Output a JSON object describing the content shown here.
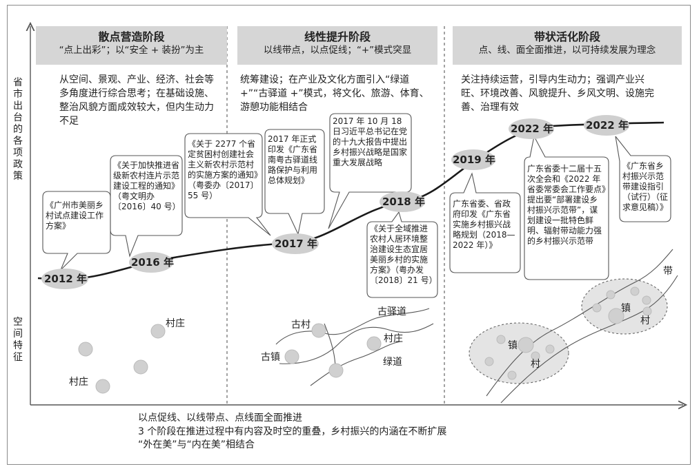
{
  "axis": {
    "y_top": "省市出台的各项政策",
    "y_bottom": "空间特征"
  },
  "stages": [
    {
      "title": "散点营造阶段",
      "subtitle": "“点上出彩”；以“安全 + 装扮”为主",
      "desc": "从空间、景观、产业、经济、社会等多角度进行综合思考；在基础设施、整治风貌方面成效较大，但内生动力不足"
    },
    {
      "title": "线性提升阶段",
      "subtitle": "以线带点，以点促线；“+”模式突显",
      "desc": "统筹建设；在产业及文化方面引入“绿道 +”“古驿道 +”模式，将文化、旅游、体育、游憩功能相结合"
    },
    {
      "title": "带状活化阶段",
      "subtitle": "点、线、面全面推进，以可持续发展为理念",
      "desc": "关注持续运营，引导内生动力；强调产业兴旺、环境改善、风貌提升、乡风文明、设施完善、治理有效"
    }
  ],
  "years": [
    "2012 年",
    "2016 年",
    "2017 年",
    "2018 年",
    "2019 年",
    "2022 年",
    "2022 年"
  ],
  "policies": [
    "《广州市美丽乡村试点建设工作方案》",
    "《关于加快推进省级新农村连片示范建设工程的通知》（粤文明办〔2016〕40 号）",
    "《关于 2277 个省定贫困村创建社会主义新农村示范村的实施方案的通知》（粤委办〔2017〕55 号）",
    "2017 年正式印发《广东省南粤古驿道线路保护与利用总体规划》",
    "2017 年 10 月 18 日习近平总书记在党的十九大报告中提出乡村振兴战略是国家重大发展战略",
    "《关于全域推进农村人居环境整治建设生态宜居美丽乡村的实施方案》（粤办发〔2018〕21 号）",
    "广东省委、省政府印发《广东省实施乡村振兴战略规划（2018—2022 年）》",
    "广东省委十二届十五次全会和《2022 年省委常委会工作要点》提出要“部署建设乡村振兴示范带”，谋划建设一批特色鲜明、辐射带动能力强的乡村振兴示范带",
    "《广东省乡村振兴示范带建设指引（试行）（征求意见稿）》"
  ],
  "spatial": {
    "s1_village_a": "村庄",
    "s1_village_b": "村庄",
    "s2_ancient_village": "古村",
    "s2_ancient_post": "古驿道",
    "s2_village": "村庄",
    "s2_ancient_town": "古镇",
    "s2_greenway": "绿道",
    "s3_belt": "带",
    "s3_town_a": "镇",
    "s3_village_a": "村",
    "s3_town_b": "镇",
    "s3_village_b": "村"
  },
  "footer": [
    "以点促线、以线带点、点线面全面推进",
    "3 个阶段在推进过程中有内容及时空的重叠，乡村振兴的内涵在不断扩展",
    "“外在美”与“内在美”相结合"
  ],
  "colors": {
    "header_fill": "#d6d6d6",
    "year_fill": "#cfcfcf",
    "dot_fill": "#d0d0d0",
    "zone_fill": "#e4e4e4",
    "line": "#1a1a1a"
  }
}
